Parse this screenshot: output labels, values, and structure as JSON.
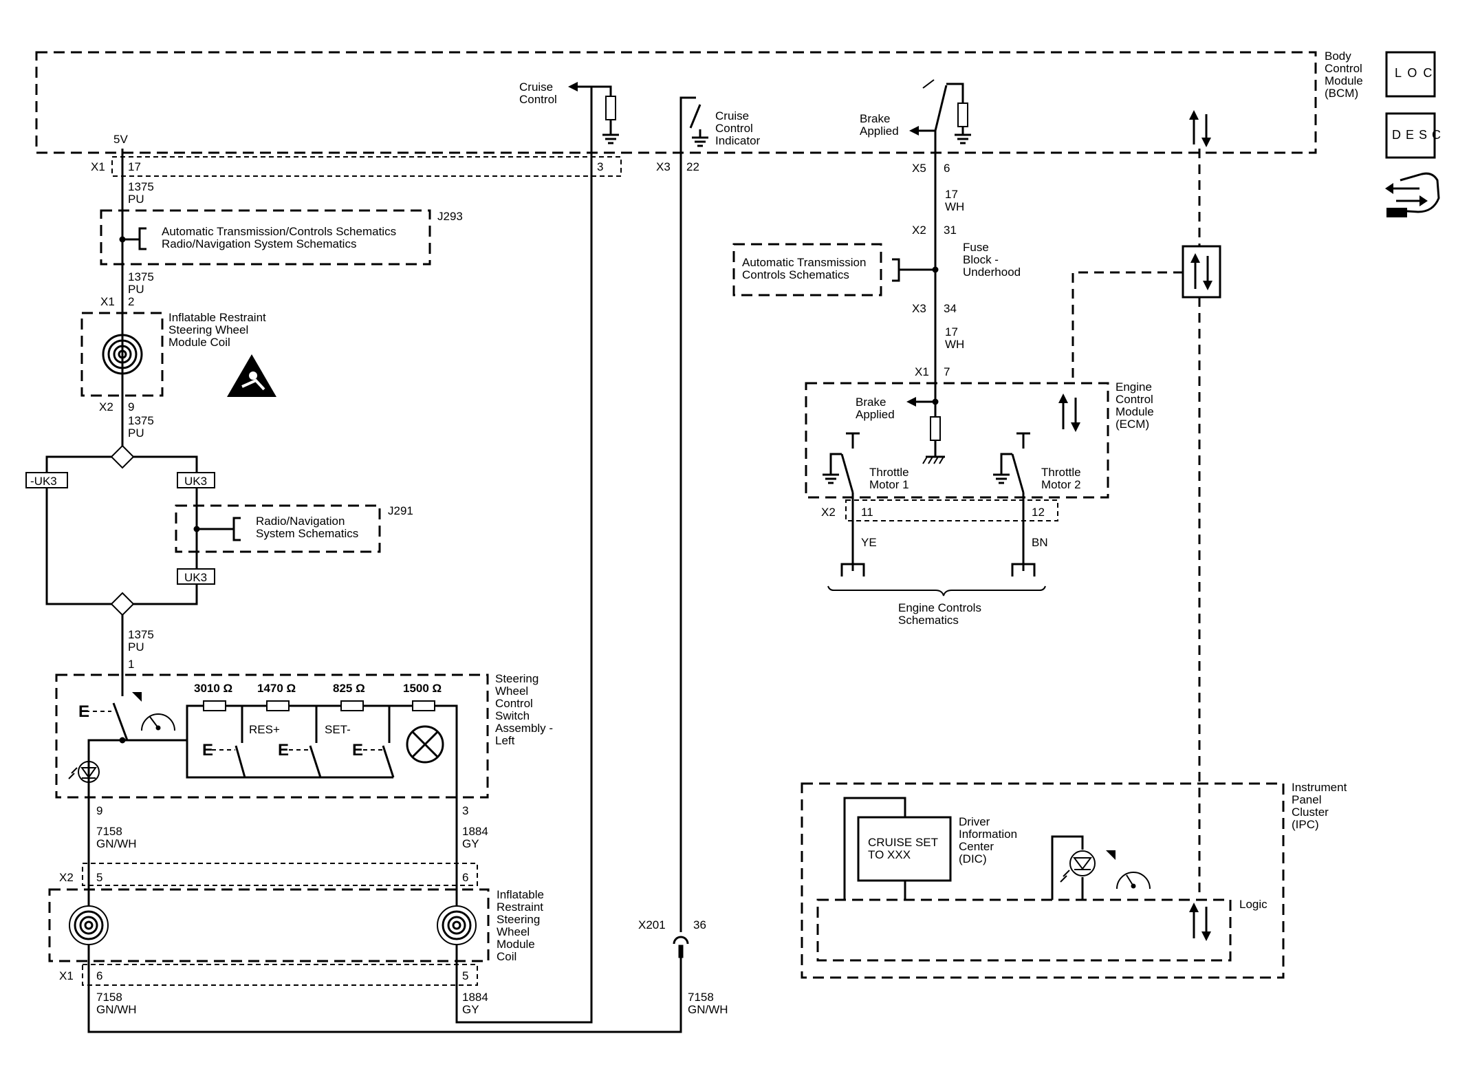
{
  "modules": {
    "bcm": "Body\nControl\nModule\n(BCM)",
    "ecm": "Engine\nControl\nModule\n(ECM)",
    "ipc": "Instrument\nPanel\nCluster\n(IPC)",
    "swc": "Steering\nWheel\nControl\nSwitch\nAssembly -\nLeft",
    "coil_top": "Inflatable Restraint\nSteering Wheel\nModule Coil",
    "coil_bottom": "Inflatable\nRestraint\nSteering\nWheel\nModule\nCoil",
    "fuse_block": "Fuse\nBlock -\nUnderhood",
    "dic": "Driver\nInformation\nCenter\n(DIC)"
  },
  "bcm_signals": {
    "v5": "5V",
    "cruise_control": "Cruise\nControl",
    "cruise_indicator": "Cruise\nControl\nIndicator",
    "brake_applied": "Brake\nApplied"
  },
  "ecm_signals": {
    "brake_applied": "Brake\nApplied",
    "throttle1": "Throttle\nMotor 1",
    "throttle2": "Throttle\nMotor 2"
  },
  "references": {
    "j293": "J293",
    "j293_text": "Automatic Transmission/Controls Schematics\nRadio/Navigation System Schematics",
    "j291": "J291",
    "j291_text": "Radio/Navigation\nSystem Schematics",
    "atc": "Automatic Transmission\nControls Schematics",
    "engine_controls": "Engine Controls\nSchematics"
  },
  "options": {
    "not_uk3": "-UK3",
    "uk3_a": "UK3",
    "uk3_b": "UK3"
  },
  "connectors": {
    "x1_bcm": "X1",
    "x1_bcm_pin": "17",
    "bcm_pin3": "3",
    "x3_bcm": "X3",
    "x3_bcm_pin": "22",
    "x5_bcm": "X5",
    "x5_bcm_pin": "6",
    "x2_fuse": "X2",
    "x2_fuse_pin": "31",
    "x3_fuse": "X3",
    "x3_fuse_pin": "34",
    "x1_ecm": "X1",
    "x1_ecm_pin": "7",
    "x2_ecm": "X2",
    "x2_ecm_pin11": "11",
    "x2_ecm_pin12": "12",
    "x1_coil": "X1",
    "x1_coil_pin": "2",
    "x2_coil": "X2",
    "x2_coil_pin": "9",
    "swc_pin1": "1",
    "swc_pin9": "9",
    "swc_pin3": "3",
    "x2_lower": "X2",
    "x2_lower_pin5": "5",
    "x2_lower_pin6": "6",
    "x1_lower": "X1",
    "x1_lower_pin6": "6",
    "x1_lower_pin5": "5",
    "x201": "X201",
    "x201_pin": "36"
  },
  "wires": {
    "w1375_a": "1375\nPU",
    "w1375_b": "1375\nPU",
    "w1375_c": "1375\nPU",
    "w1375_d": "1375\nPU",
    "w17wh_a": "17\nWH",
    "w17wh_b": "17\nWH",
    "ye": "YE",
    "bn": "BN",
    "w7158_a": "7158\nGN/WH",
    "w7158_b": "7158\nGN/WH",
    "w7158_c": "7158\nGN/WH",
    "w1884_a": "1884\nGY",
    "w1884_b": "1884\nGY"
  },
  "resistors": {
    "r1": "3010 Ω",
    "r2": "1470 Ω",
    "r3": "825 Ω",
    "r4": "1500 Ω"
  },
  "switches": {
    "res": "RES+",
    "set": "SET-",
    "e": "E"
  },
  "dic_display": "CRUISE SET\nTO XXX",
  "logic": "Logic",
  "icons": {
    "loc": "L O C",
    "desc": "D E S C",
    "names": [
      "loc-icon",
      "desc-icon",
      "serial-data-hand-icon",
      "airbag-warning-icon",
      "cruise-speedometer-icon",
      "led-icon",
      "clockspring-coil-icon"
    ]
  }
}
